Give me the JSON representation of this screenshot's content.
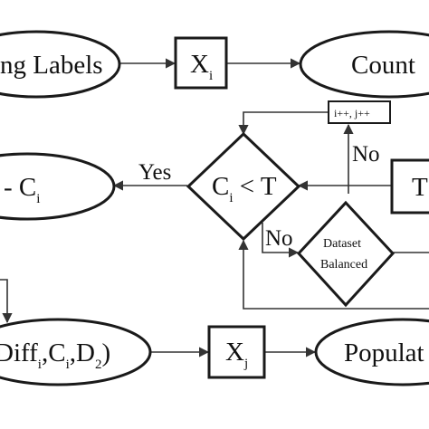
{
  "nodes": {
    "labels_ellipse": {
      "text": "ng Labels"
    },
    "xi_box": {
      "main": "X",
      "sub": "i"
    },
    "count_ellipse": {
      "text": "Count"
    },
    "counter_box": {
      "text": "i++, j++"
    },
    "decision_ci_t": {
      "a": "C",
      "sub": "i",
      "b": " < T"
    },
    "t_box": {
      "text": "T"
    },
    "minus_ci_ellipse": {
      "a": "- C",
      "sub": "i"
    },
    "dataset_balanced": {
      "line1": "Dataset",
      "line2": "Balanced"
    },
    "diff_ellipse": {
      "p1": "Diff",
      "s1": "i",
      "p2": ",C",
      "s2": "i",
      "p3": ",D",
      "s3": "2",
      "p4": ")"
    },
    "xj_box": {
      "main": "X",
      "sub": "j"
    },
    "popula_ellipse": {
      "text": "Populat"
    }
  },
  "edge_labels": {
    "yes": "Yes",
    "no_top": "No",
    "no_bottom": "No"
  }
}
